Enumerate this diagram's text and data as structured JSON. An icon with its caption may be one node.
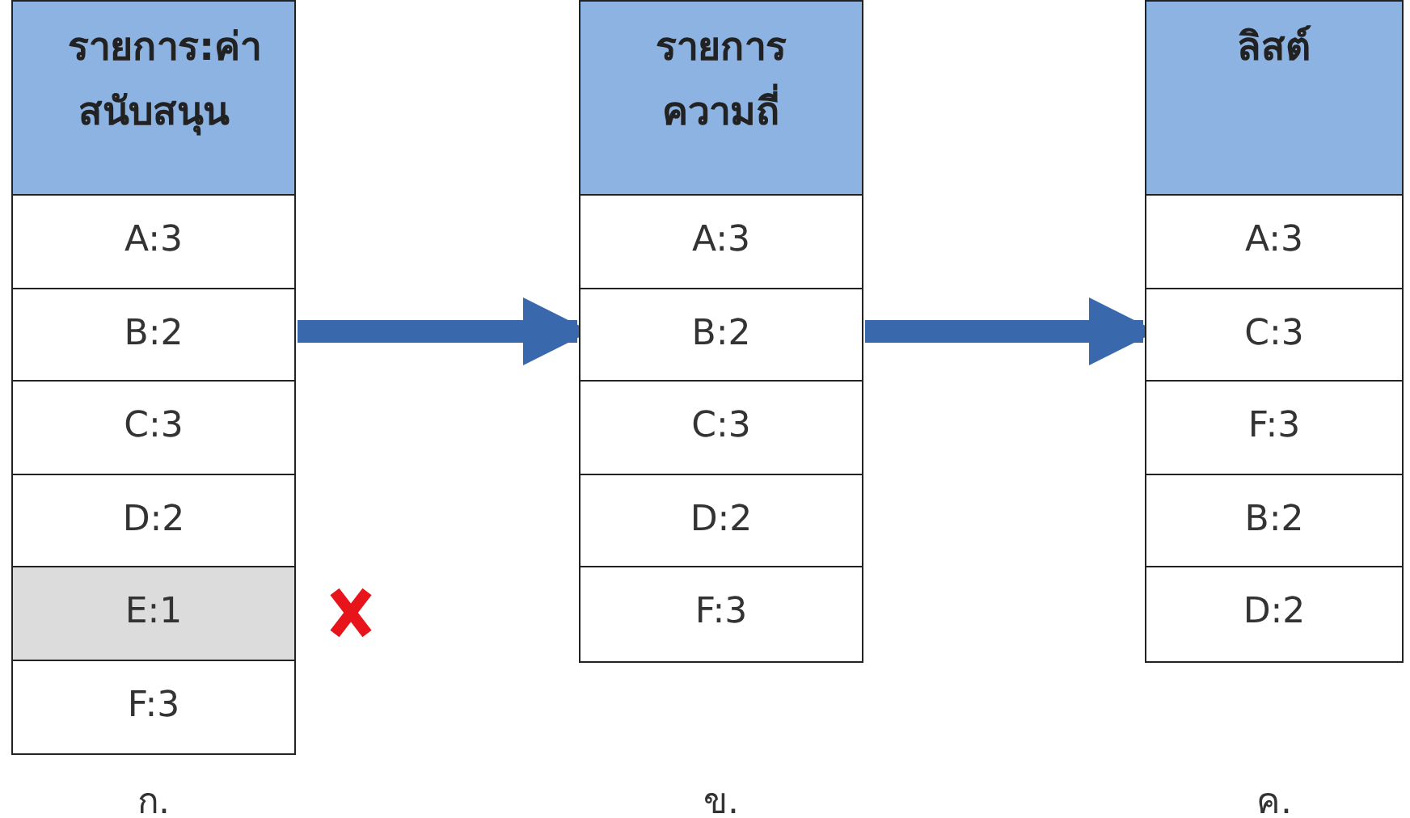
{
  "diagram": {
    "nodes": [
      {
        "text": [
          "รายการ:ค่าสนับสนุน"
        ],
        "beside": [
          "ก."
        ]
      },
      {
        "text": [
          "A:3"
        ],
        "in": 0
      },
      {
        "text": [
          "B:2"
        ],
        "in": 0
      },
      {
        "text": [
          "C:3"
        ],
        "in": 0
      },
      {
        "text": [
          "D:2"
        ],
        "in": 0
      },
      {
        "text": [
          "E:1"
        ],
        "in": 0
      },
      {
        "text": [
          "F:3"
        ],
        "in": 0
      },
      {
        "text": [
          "รายการความถี่"
        ],
        "beside": [
          "ข."
        ]
      },
      {
        "text": [
          "A:3"
        ],
        "in": 7
      },
      {
        "text": [
          "B:2"
        ],
        "in": 7
      },
      {
        "text": [
          "C:3"
        ],
        "in": 7
      },
      {
        "text": [
          "D:2"
        ],
        "in": 7
      },
      {
        "text": [
          "F:3"
        ],
        "in": 7
      },
      {
        "text": [
          "ลิสต์"
        ],
        "beside": [
          "ค."
        ]
      },
      {
        "text": [
          "A:3"
        ],
        "in": 13
      },
      {
        "text": [
          "C:3"
        ],
        "in": 13
      },
      {
        "text": [
          "F:3"
        ],
        "in": 13
      },
      {
        "text": [
          "B:2"
        ],
        "in": 13
      },
      {
        "text": [
          "D:2"
        ],
        "in": 13
      }
    ],
    "edges": [
      {
        "from": 0,
        "to": 7,
        "arrow": "to"
      },
      {
        "from": 7,
        "to": 13,
        "arrow": "to"
      }
    ]
  }
}
